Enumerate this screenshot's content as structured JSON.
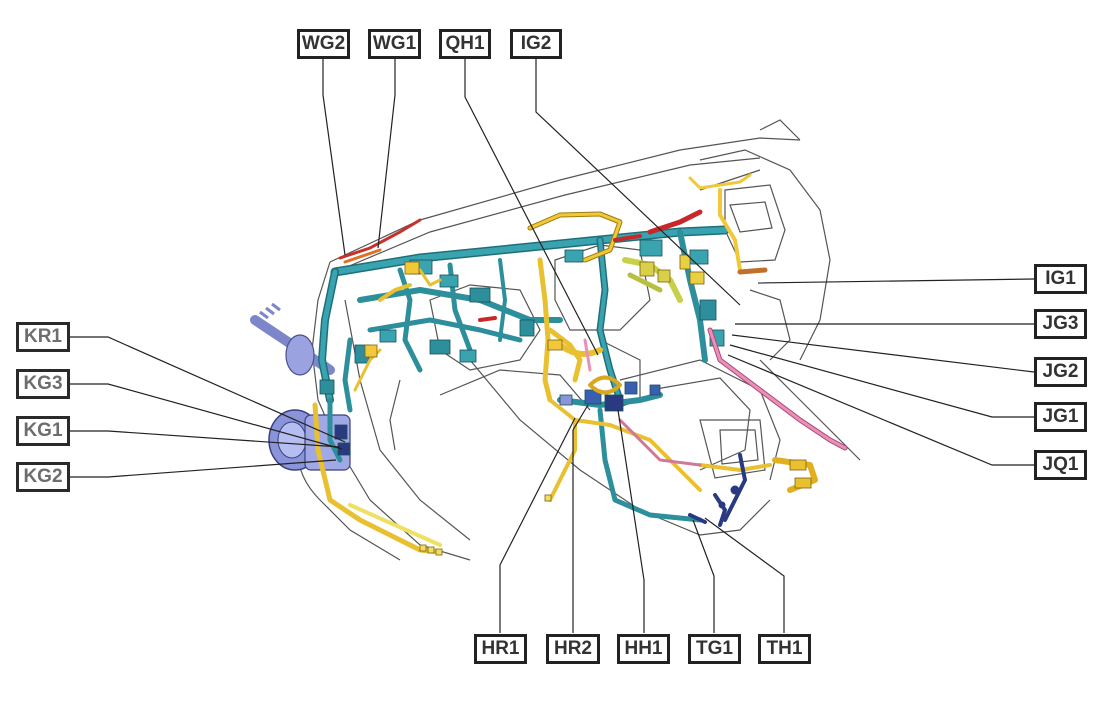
{
  "labels": {
    "wg2": "WG2",
    "wg1": "WG1",
    "qh1": "QH1",
    "ig2": "IG2",
    "ig1": "IG1",
    "jg3": "JG3",
    "jg2": "JG2",
    "jg1": "JG1",
    "jq1": "JQ1",
    "kr1": "KR1",
    "kg3": "KG3",
    "kg1": "KG1",
    "kg2": "KG2",
    "hr1": "HR1",
    "hr2": "HR2",
    "hh1": "HH1",
    "tg1": "TG1",
    "th1": "TH1"
  },
  "colors": {
    "harness_main": "#2d8f9c",
    "harness_yellow": "#e8c030",
    "harness_red": "#c8282a",
    "harness_pink": "#d878a8",
    "harness_navy": "#2a3a80",
    "column_blue": "#8a94d8",
    "outline": "#444444"
  }
}
